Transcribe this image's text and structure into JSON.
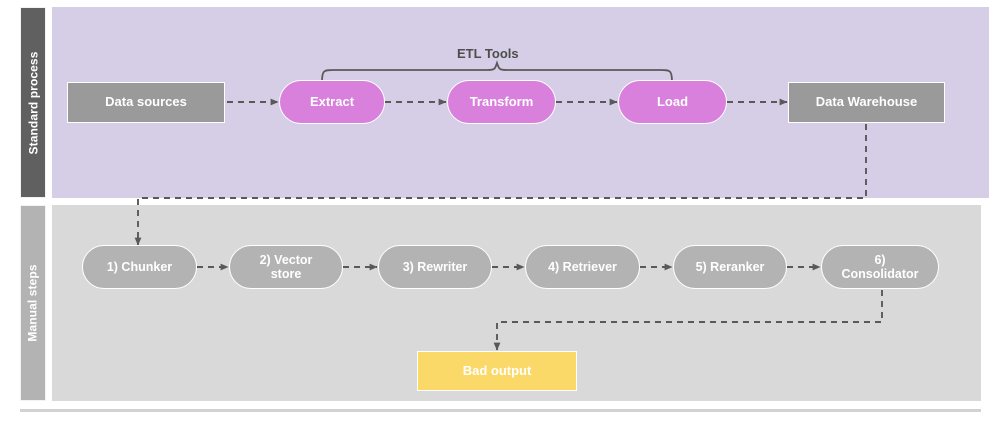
{
  "diagram": {
    "lanes": [
      {
        "id": "standard",
        "label": "Standard process"
      },
      {
        "id": "manual",
        "label": "Manual steps"
      }
    ],
    "annotations": {
      "etl_bracket": "ETL Tools"
    },
    "standard_process": {
      "nodes": [
        {
          "key": "data-sources",
          "label": "Data sources",
          "shape": "rect",
          "style": "gray"
        },
        {
          "key": "extract",
          "label": "Extract",
          "shape": "pill",
          "style": "magenta"
        },
        {
          "key": "transform",
          "label": "Transform",
          "shape": "pill",
          "style": "magenta"
        },
        {
          "key": "load",
          "label": "Load",
          "shape": "pill",
          "style": "magenta"
        },
        {
          "key": "data-warehouse",
          "label": "Data Warehouse",
          "shape": "rect",
          "style": "gray"
        }
      ]
    },
    "manual_steps": {
      "nodes": [
        {
          "key": "chunker",
          "label": "1) Chunker"
        },
        {
          "key": "vector-store",
          "label": "2) Vector\nstore"
        },
        {
          "key": "rewriter",
          "label": "3) Rewriter"
        },
        {
          "key": "retriever",
          "label": "4) Retriever"
        },
        {
          "key": "reranker",
          "label": "5) Reranker"
        },
        {
          "key": "consolidator",
          "label": "6)\nConsolidator"
        }
      ],
      "outcome": {
        "key": "bad-output",
        "label": "Bad output",
        "style": "yellow"
      }
    },
    "colors": {
      "lane_standard_bg": "#D6CEE6",
      "lane_manual_bg": "#D9D9D9",
      "lane_standard_label_bg": "#606060",
      "lane_manual_label_bg": "#B3B3B3",
      "node_gray": "#9A9A9A",
      "node_magenta": "#D97FDC",
      "node_step": "#B3B3B3",
      "node_bad_output": "#FBD969",
      "connector": "#595959"
    }
  }
}
